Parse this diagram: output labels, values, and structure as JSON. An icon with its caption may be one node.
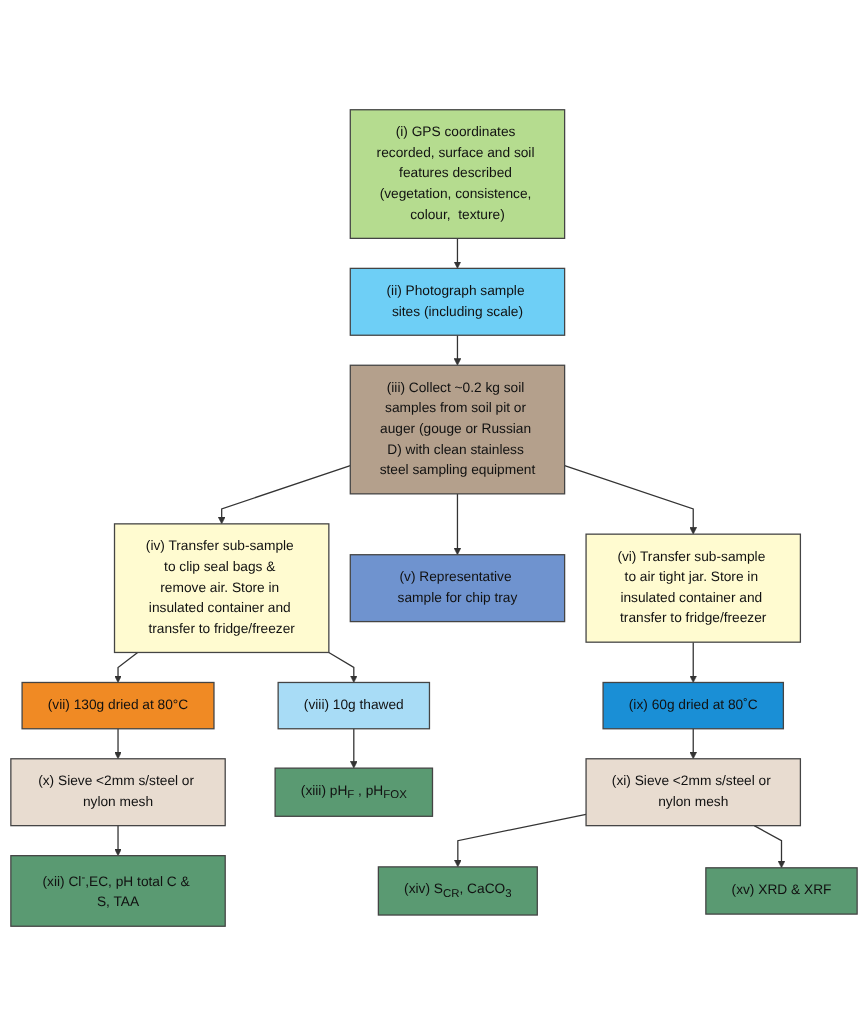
{
  "diagram": {
    "nodes": [
      {
        "text": [
          "(i) GPS coordinates recorded, surface and soil features described (vegetation, consistence, colour,  texture)"
        ]
      },
      {
        "text": [
          "(ii) Photograph sample sites (including scale)"
        ]
      },
      {
        "text": [
          "(iii) Collect ~0.2 kg soil samples from soil pit or auger (gouge or Russian D) with clean stainless steel sampling equipment"
        ]
      },
      {
        "text": [
          "(iv) Transfer sub-sample to clip seal bags & remove air. Store in insulated container and transfer to fridge/freezer"
        ]
      },
      {
        "text": [
          "(v) Representative sample for chip tray"
        ]
      },
      {
        "text": [
          "(vi) Transfer sub-sample to air tight jar. Store in insulated container and transfer to fridge/freezer"
        ]
      },
      {
        "text": [
          "(vii) 130g dried at 80°C"
        ]
      },
      {
        "text": [
          "(viii) 10g thawed"
        ]
      },
      {
        "text": [
          "(ix) 60g dried at 80˚C"
        ]
      },
      {
        "text": [
          "(x) Sieve <2mm s/steel or nylon mesh"
        ]
      },
      {
        "text": [
          "(xi) Sieve <2mm s/steel or nylon mesh"
        ]
      },
      {
        "text": [
          "(xii) Cl$^{-}$,EC, pH total C & S, TAA"
        ]
      },
      {
        "text": [
          "(xiii) pH$_{F}$ , pH$_{FOX}$"
        ]
      },
      {
        "text": [
          "(xiv) S$_{CR}$, CaCO$_{3}$"
        ]
      },
      {
        "text": [
          "(xv) XRD & XRF"
        ]
      }
    ],
    "edges": [
      {
        "from": 0,
        "to": 1,
        "arrow": "to"
      },
      {
        "from": 1,
        "to": 2,
        "arrow": "to"
      },
      {
        "from": 2,
        "to": 3,
        "arrow": "to"
      },
      {
        "from": 2,
        "to": 4,
        "arrow": "to"
      },
      {
        "from": 2,
        "to": 5,
        "arrow": "to"
      },
      {
        "from": 3,
        "to": 6,
        "arrow": "to"
      },
      {
        "from": 3,
        "to": 7,
        "arrow": "to"
      },
      {
        "from": 5,
        "to": 8,
        "arrow": "to"
      },
      {
        "from": 6,
        "to": 9,
        "arrow": "to"
      },
      {
        "from": 8,
        "to": 10,
        "arrow": "to"
      },
      {
        "from": 9,
        "to": 11,
        "arrow": "to"
      },
      {
        "from": 7,
        "to": 12,
        "arrow": "to"
      },
      {
        "from": 10,
        "to": 13,
        "arrow": "to"
      },
      {
        "from": 10,
        "to": 14,
        "arrow": "to"
      }
    ]
  }
}
